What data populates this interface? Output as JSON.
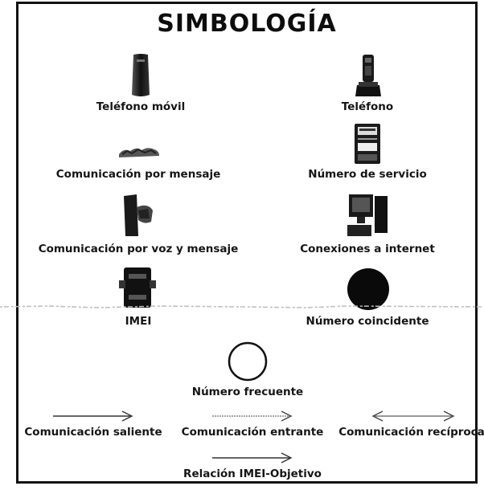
{
  "title": "SIMBOLOGÍA",
  "symbols": {
    "telefono_movil": "Teléfono móvil",
    "telefono": "Teléfono",
    "comunicacion_mensaje": "Comunicación por mensaje",
    "numero_servicio": "Número de servicio",
    "comunicacion_voz_mensaje": "Comunicación por voz y mensaje",
    "conexiones_internet": "Conexiones a internet",
    "imei": "IMEI",
    "numero_coincidente": "Número coincidente",
    "numero_frecuente": "Número frecuente"
  },
  "arrows": {
    "saliente": "Comunicación saliente",
    "entrante": "Comunicación entrante",
    "reciproca": "Comunicación recíproca",
    "imei_objetivo": "Relación IMEI-Objetivo"
  },
  "icons": [
    "mobile-phone-icon",
    "desk-phone-icon",
    "message-icon",
    "service-number-icon",
    "voice-message-icon",
    "computer-icon",
    "imei-chip-icon",
    "filled-circle-icon",
    "hollow-circle-icon"
  ],
  "colors": {
    "ink": "#111111",
    "background": "#ffffff"
  }
}
